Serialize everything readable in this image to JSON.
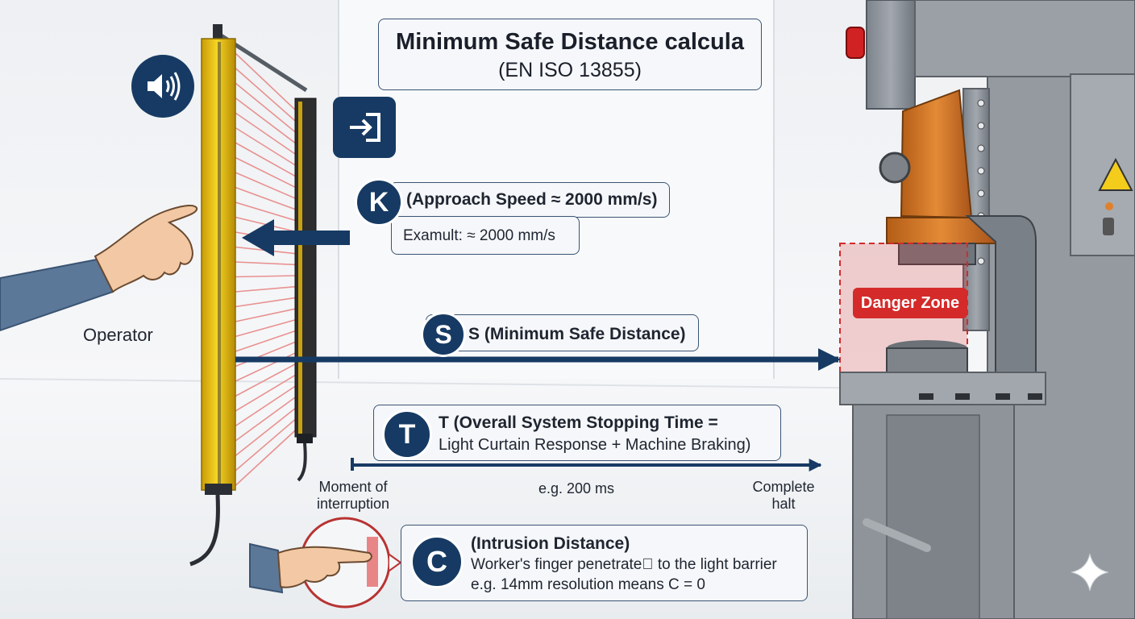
{
  "title": {
    "line1": "Minimum Safe Distance calcula",
    "line2": "(EN ISO 13855)"
  },
  "operator_label": "Operator",
  "k": {
    "badge": "K",
    "heading": "(Approach Speed ≈ 2000 mm/s)",
    "sub": "Examult: ≈ 2000 mm/s"
  },
  "s": {
    "badge": "S",
    "heading": "S (Minimum Safe Distance)"
  },
  "danger_zone": "Danger Zone",
  "t": {
    "badge": "T",
    "line1": "T (Overall System Stopping Time =",
    "line2": "Light Curtain Response + Machine Braking)"
  },
  "timeline": {
    "start": [
      "Moment of",
      "interruption"
    ],
    "mid": "e.g. 200 ms",
    "end": [
      "Complete",
      "halt"
    ]
  },
  "c": {
    "badge": "C",
    "heading": "(Intrusion Distance)",
    "line1": "Worker's finger penetrate⃠ to the light barrier",
    "line2": "e.g. 14mm resolution means C = 0"
  },
  "colors": {
    "navy": "#163a63",
    "yellow": "#f2cf1d",
    "danger": "#d42a2a",
    "beam": "#e8918f",
    "machine": "#8d939a",
    "orange": "#d77a2a"
  },
  "icons": [
    "speaker-icon",
    "login-icon",
    "warning-icon",
    "sparkle-icon",
    "pointing-hand-icon"
  ]
}
